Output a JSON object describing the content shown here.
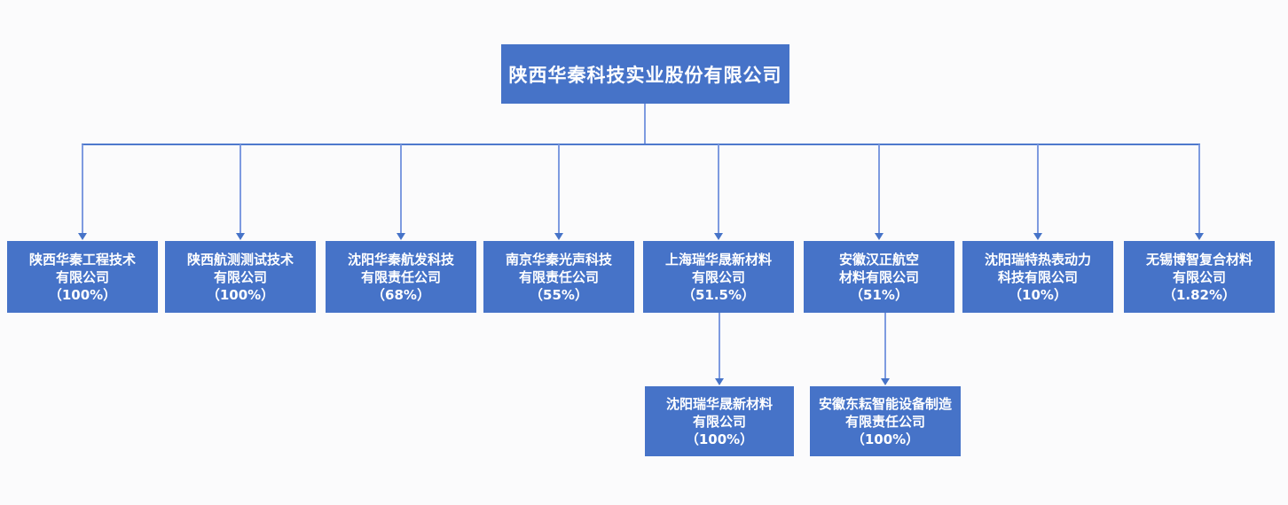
{
  "org_chart": {
    "type": "equity-structure-tree",
    "colors": {
      "node_fill": "#4673c8",
      "node_text": "#ffffff",
      "connector_light": "#7e9be0",
      "connector_dark": "#4e79cd",
      "background": "#fbfbfc"
    },
    "root": {
      "name": "陕西华秦科技实业股份有限公司"
    },
    "children": [
      {
        "name": "陕西华秦工程技术有限公司",
        "ownership": "100%",
        "lines": [
          "陕西华秦工程技术",
          "有限公司",
          "（100%）"
        ]
      },
      {
        "name": "陕西航测测试技术有限公司",
        "ownership": "100%",
        "lines": [
          "陕西航测测试技术",
          "有限公司",
          "（100%）"
        ]
      },
      {
        "name": "沈阳华秦航发科技有限责任公司",
        "ownership": "68%",
        "lines": [
          "沈阳华秦航发科技",
          "有限责任公司",
          "（68%）"
        ]
      },
      {
        "name": "南京华秦光声科技有限责任公司",
        "ownership": "55%",
        "lines": [
          "南京华秦光声科技",
          "有限责任公司",
          "（55%）"
        ]
      },
      {
        "name": "上海瑞华晟新材料有限公司",
        "ownership": "51.5%",
        "lines": [
          "上海瑞华晟新材料",
          "有限公司",
          "（51.5%）"
        ],
        "children": [
          {
            "name": "沈阳瑞华晟新材料有限公司",
            "ownership": "100%",
            "lines": [
              "沈阳瑞华晟新材料",
              "有限公司",
              "（100%）"
            ]
          }
        ]
      },
      {
        "name": "安徽汉正航空材料有限公司",
        "ownership": "51%",
        "lines": [
          "安徽汉正航空",
          "材料有限公司",
          "（51%）"
        ],
        "children": [
          {
            "name": "安徽东耘智能设备制造有限责任公司",
            "ownership": "100%",
            "lines": [
              "安徽东耘智能设备制造",
              "有限责任公司",
              "（100%）"
            ]
          }
        ]
      },
      {
        "name": "沈阳瑞特热表动力科技有限公司",
        "ownership": "10%",
        "lines": [
          "沈阳瑞特热表动力",
          "科技有限公司",
          "（10%）"
        ]
      },
      {
        "name": "无锡博智复合材料有限公司",
        "ownership": "1.82%",
        "lines": [
          "无锡博智复合材料",
          "有限公司",
          "（1.82%）"
        ]
      }
    ]
  }
}
